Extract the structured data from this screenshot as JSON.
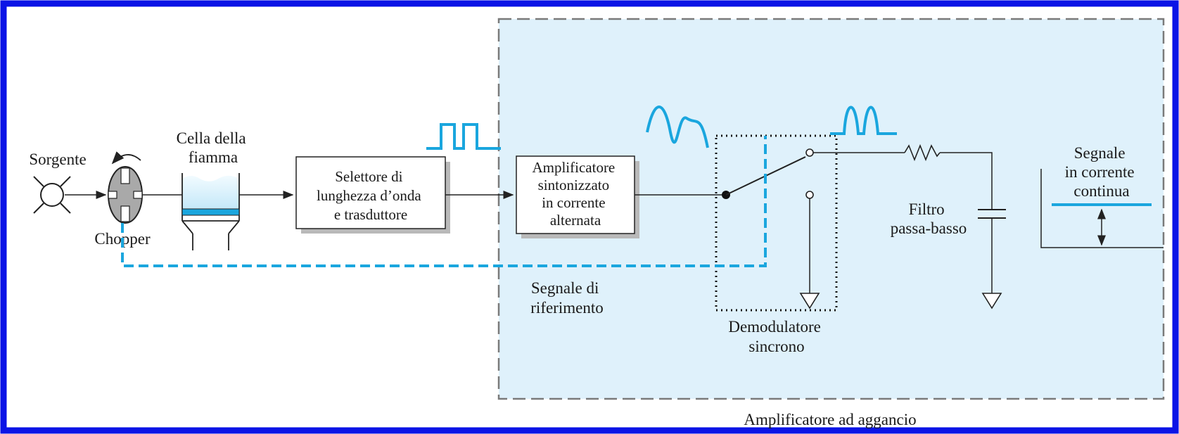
{
  "colors": {
    "frame": "#0b14e6",
    "panel_fill": "#dff1fb",
    "panel_border": "#7a7a7a",
    "signal": "#1aa6de",
    "line": "#222222"
  },
  "labels": {
    "source": "Sorgente",
    "chopper": "Chopper",
    "flame_cell": [
      "Cella della",
      "fiamma"
    ],
    "selector": [
      "Selettore di",
      "lunghezza d’onda",
      "e trasduttore"
    ],
    "ac_amplifier": [
      "Amplificatore",
      "sintonizzato",
      "in corrente",
      "alternata"
    ],
    "reference_signal": [
      "Segnale di",
      "riferimento"
    ],
    "demodulator": [
      "Demodulatore",
      "sincrono"
    ],
    "filter": [
      "Filtro",
      "passa-basso"
    ],
    "dc_signal": [
      "Segnale",
      "in corrente",
      "continua"
    ],
    "lockin": "Amplificatore ad aggancio"
  },
  "icons": {
    "source": "lamp-source-icon",
    "chopper": "rotating-chopper-icon",
    "ground": "ground-symbol-icon",
    "resistor": "resistor-icon",
    "capacitor": "capacitor-icon"
  }
}
